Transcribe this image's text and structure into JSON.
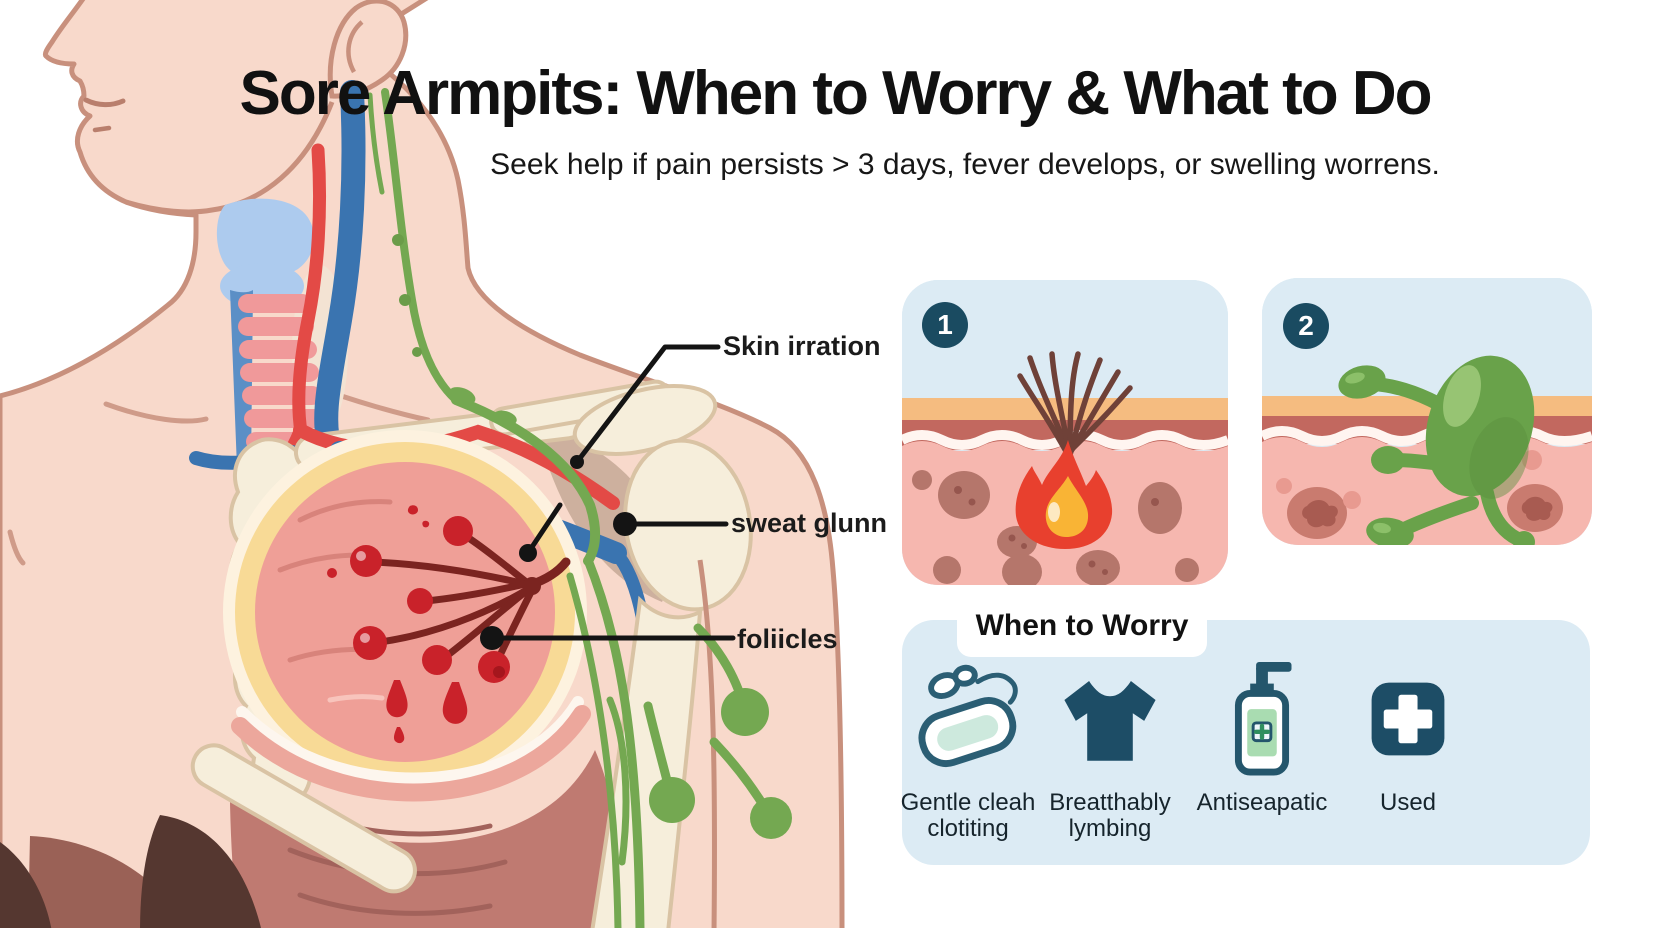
{
  "header": {
    "title": "Sore Armpits: When to Worry & What to Do",
    "subtitle": "Seek help if pain persists > 3 days, fever develops, or swelling worrens."
  },
  "anatomy_figure": {
    "description": "cross-section of human upper torso, neck and armpit with vessels, lymph nodes and inflamed follicles",
    "labels": [
      {
        "text": "Skin irration"
      },
      {
        "text": "sweat glunn"
      },
      {
        "text": "foliicles"
      }
    ]
  },
  "panels": [
    {
      "number": "1",
      "depicts": "skin cross-section with hair tuft and inflammation flame"
    },
    {
      "number": "2",
      "depicts": "skin cross-section with green germ / swollen lymph blob"
    }
  ],
  "worry_panel": {
    "title": "When to Worry",
    "items": [
      {
        "icon": "soap-icon",
        "line1": "Gentle cleah",
        "line2": "clotiting"
      },
      {
        "icon": "tshirt-icon",
        "line1": "Breatthably",
        "line2": "lymbing"
      },
      {
        "icon": "antiseptic-bottle-icon",
        "line1": "Antiseapatic",
        "line2": ""
      },
      {
        "icon": "first-aid-icon",
        "line1": "Used",
        "line2": ""
      }
    ]
  },
  "colors": {
    "badge_navy": "#1a4b61",
    "panel_blue_bg": "#dcebf4",
    "skin": "#f8d9cb",
    "skin_outline": "#c8907d",
    "epidermis_tan": "#f5bc80",
    "dermis_band": "#c2685f",
    "dermis_pink": "#f6b7af",
    "flame_red": "#e8402e",
    "flame_yellow": "#f9b435",
    "germ_green": "#69a24a",
    "lymph_green": "#74a851",
    "vein_blue": "#3a74b0",
    "artery_red": "#e34a46",
    "bone_cream": "#f6eedb",
    "follicle_red": "#c9222a",
    "muscle_mauve": "#bf7a71",
    "icon_navy": "#1d4d66",
    "callout_black": "#141414"
  }
}
